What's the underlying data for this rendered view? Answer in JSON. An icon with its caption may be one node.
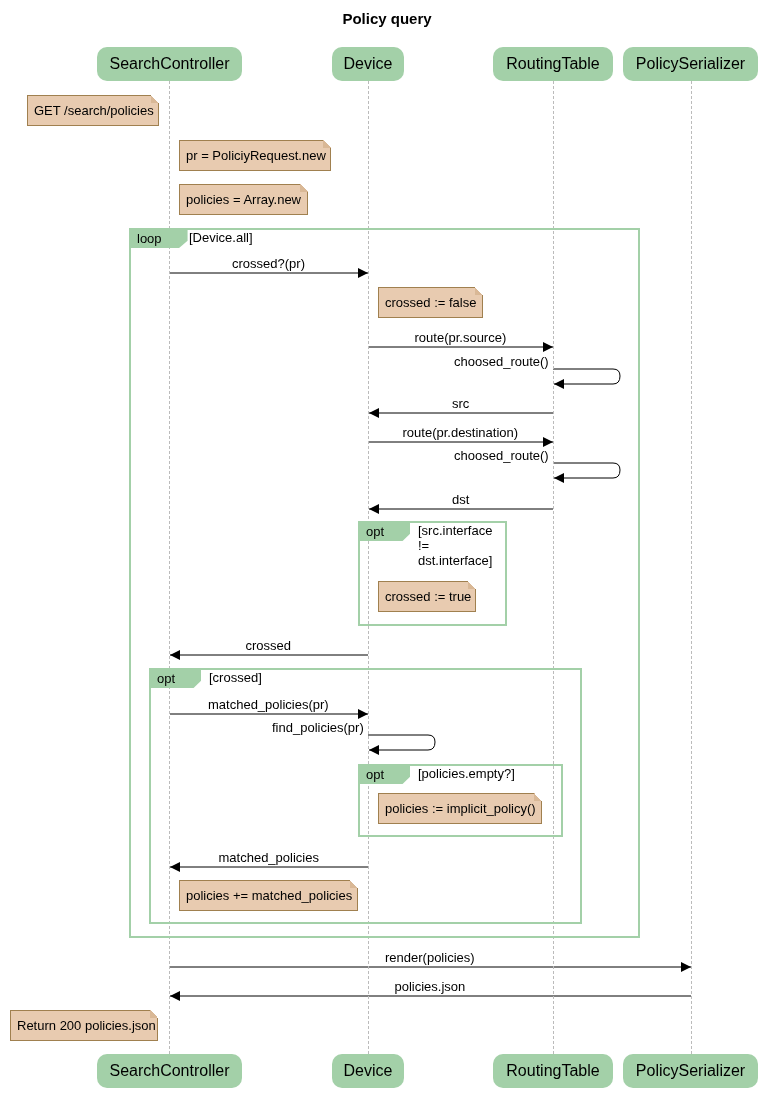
{
  "diagram": {
    "title": "Policy query",
    "nodes": [
      {
        "text": [
          "SearchController"
        ]
      },
      {
        "text": [
          "Device"
        ]
      },
      {
        "text": [
          "RoutingTable"
        ]
      },
      {
        "text": [
          "PolicySerializer"
        ]
      },
      {
        "text": [],
        "shape": "bar"
      },
      {
        "text": [],
        "shape": "bar"
      },
      {
        "text": [],
        "shape": "bar"
      },
      {
        "text": [],
        "shape": "bar"
      },
      {
        "text": [
          "GET /search/policies"
        ]
      },
      {
        "text": [
          "pr = PoliciyRequest.new"
        ]
      },
      {
        "text": [
          "policies = Array.new"
        ]
      },
      {
        "text": [
          "loop",
          "[Device.all]"
        ]
      },
      {
        "text": [
          "crossed := false"
        ],
        "in": 11
      },
      {
        "text": [
          "opt",
          "[src.interface != dst.interface]"
        ],
        "in": 11
      },
      {
        "text": [
          "crossed := true"
        ],
        "in": 13
      },
      {
        "text": [
          "opt",
          "[crossed]"
        ],
        "in": 11
      },
      {
        "text": [
          "opt",
          "[policies.empty?]"
        ],
        "in": 15
      },
      {
        "text": [
          "policies := implicit_policy()"
        ],
        "in": 16
      },
      {
        "text": [
          "policies += matched_policies"
        ],
        "in": 15
      },
      {
        "text": [
          "Return 200 policies.json"
        ]
      },
      {
        "text": [
          "SearchController"
        ]
      },
      {
        "text": [
          "Device"
        ]
      },
      {
        "text": [
          "RoutingTable"
        ]
      },
      {
        "text": [
          "PolicySerializer"
        ]
      }
    ],
    "edges": [
      {
        "from": 4,
        "to": 5,
        "arrow": "to",
        "label": "crossed?(pr)"
      },
      {
        "from": 5,
        "to": 6,
        "arrow": "to",
        "label": "route(pr.source)"
      },
      {
        "from": 6,
        "to": 6,
        "arrow": "to",
        "label": "choosed_route()"
      },
      {
        "from": 6,
        "to": 5,
        "arrow": "to",
        "label": "src"
      },
      {
        "from": 5,
        "to": 6,
        "arrow": "to",
        "label": "route(pr.destination)"
      },
      {
        "from": 6,
        "to": 6,
        "arrow": "to",
        "label": "choosed_route()"
      },
      {
        "from": 6,
        "to": 5,
        "arrow": "to",
        "label": "dst"
      },
      {
        "from": 5,
        "to": 4,
        "arrow": "to",
        "label": "crossed"
      },
      {
        "from": 4,
        "to": 5,
        "arrow": "to",
        "label": "matched_policies(pr)"
      },
      {
        "from": 5,
        "to": 5,
        "arrow": "to",
        "label": "find_policies(pr)"
      },
      {
        "from": 5,
        "to": 4,
        "arrow": "to",
        "label": "matched_policies"
      },
      {
        "from": 4,
        "to": 7,
        "arrow": "to",
        "label": "render(policies)"
      },
      {
        "from": 7,
        "to": 4,
        "arrow": "to",
        "label": "policies.json"
      }
    ]
  }
}
